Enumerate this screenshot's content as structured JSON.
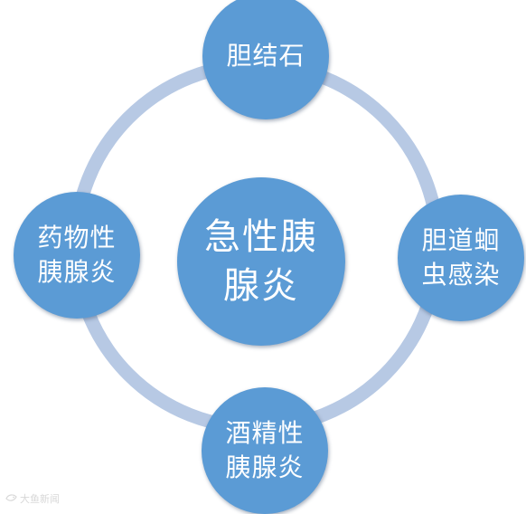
{
  "diagram": {
    "center": {
      "label": "急性胰\n腺炎"
    },
    "nodes": {
      "top": {
        "label": "胆结石"
      },
      "right": {
        "label": "胆道蛔\n虫感染"
      },
      "bottom": {
        "label": "酒精性\n胰腺炎"
      },
      "left": {
        "label": "药物性\n胰腺炎"
      }
    },
    "colors": {
      "node_fill": "#5b9bd5",
      "ring": "#b7c9e4",
      "text": "#ffffff"
    }
  },
  "watermark": {
    "text": "大鱼新闻"
  }
}
